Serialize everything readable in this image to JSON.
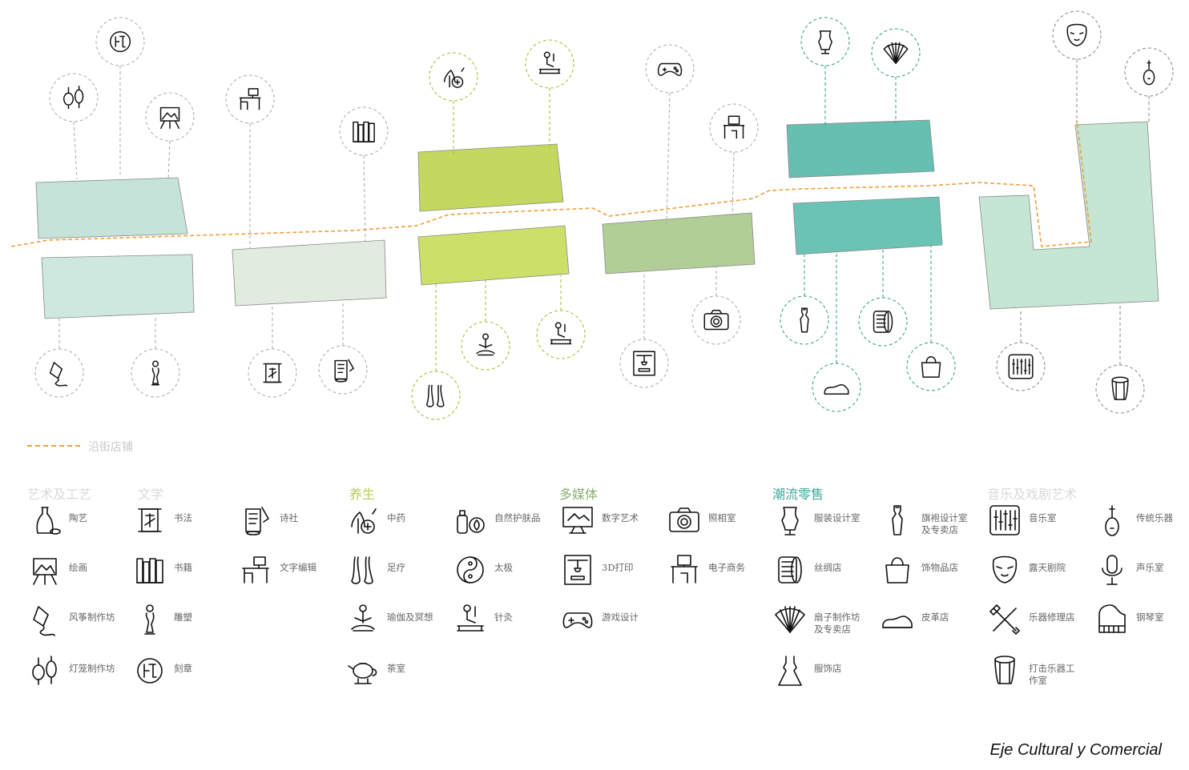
{
  "route_label": "沿街店铺",
  "caption": "Eje Cultural y Comercial",
  "colors": {
    "route": "#f0a03c",
    "arts": "#bfe0d4",
    "literature": "#dfe9dc",
    "wellness": "#bed44e",
    "media": "#a8c98c",
    "fashion": "#56b8a8",
    "music": "#bfe3cf"
  },
  "categories": [
    {
      "key": "arts",
      "label": "艺术及工艺",
      "color": "#d9d9d9"
    },
    {
      "key": "literature",
      "label": "文学",
      "color": "#d9d9d9"
    },
    {
      "key": "wellness",
      "label": "养生",
      "color": "#b5d04a"
    },
    {
      "key": "media",
      "label": "多媒体",
      "color": "#8ab073"
    },
    {
      "key": "fashion",
      "label": "潮流零售",
      "color": "#3fa899"
    },
    {
      "key": "music",
      "label": "音乐及戏剧艺术",
      "color": "#d9d9d9"
    }
  ],
  "legend": [
    {
      "icon": "pottery-vase-icon",
      "label": "陶艺"
    },
    {
      "icon": "painting-easel-icon",
      "label": "绘画"
    },
    {
      "icon": "kite-icon",
      "label": "风筝制作坊"
    },
    {
      "icon": "lantern-icon",
      "label": "灯笼制作坊"
    },
    {
      "icon": "calligraphy-scroll-icon",
      "label": "书法"
    },
    {
      "icon": "books-icon",
      "label": "书籍"
    },
    {
      "icon": "sculpture-icon",
      "label": "雕塑"
    },
    {
      "icon": "seal-stamp-icon",
      "label": "刻章"
    },
    {
      "icon": "poetry-scroll-icon",
      "label": "诗社"
    },
    {
      "icon": "writing-desk-icon",
      "label": "文字编辑"
    },
    {
      "icon": "herbal-medicine-icon",
      "label": "中药"
    },
    {
      "icon": "feet-icon",
      "label": "足疗"
    },
    {
      "icon": "yoga-icon",
      "label": "瑜伽及冥想"
    },
    {
      "icon": "teapot-icon",
      "label": "茶室"
    },
    {
      "icon": "natural-skincare-icon",
      "label": "自然护肤品"
    },
    {
      "icon": "yin-yang-icon",
      "label": "太极"
    },
    {
      "icon": "acupuncture-icon",
      "label": "针灸"
    },
    {
      "icon": "monitor-icon",
      "label": "数字艺术"
    },
    {
      "icon": "3d-printer-icon",
      "label": "3D打印"
    },
    {
      "icon": "gamepad-icon",
      "label": "游戏设计"
    },
    {
      "icon": "camera-icon",
      "label": "照相室"
    },
    {
      "icon": "ecommerce-desk-icon",
      "label": "电子商务"
    },
    {
      "icon": "mannequin-icon",
      "label": "服装设计室"
    },
    {
      "icon": "fabric-roll-icon",
      "label": "丝绸店"
    },
    {
      "icon": "fan-icon",
      "label": "扇子制作坊及专卖店"
    },
    {
      "icon": "dress-icon",
      "label": "服饰店"
    },
    {
      "icon": "qipao-icon",
      "label": "旗袍设计室及专卖店"
    },
    {
      "icon": "handbag-icon",
      "label": "饰物品店"
    },
    {
      "icon": "shoe-icon",
      "label": "皮革店"
    },
    {
      "icon": "mixer-icon",
      "label": "音乐室"
    },
    {
      "icon": "opera-mask-icon",
      "label": "露天剧院"
    },
    {
      "icon": "tools-icon",
      "label": "乐器修理店"
    },
    {
      "icon": "drum-icon",
      "label": "打击乐器工作室"
    },
    {
      "icon": "pipa-icon",
      "label": "传统乐器"
    },
    {
      "icon": "microphone-icon",
      "label": "声乐室"
    },
    {
      "icon": "piano-icon",
      "label": "钢琴室"
    }
  ]
}
